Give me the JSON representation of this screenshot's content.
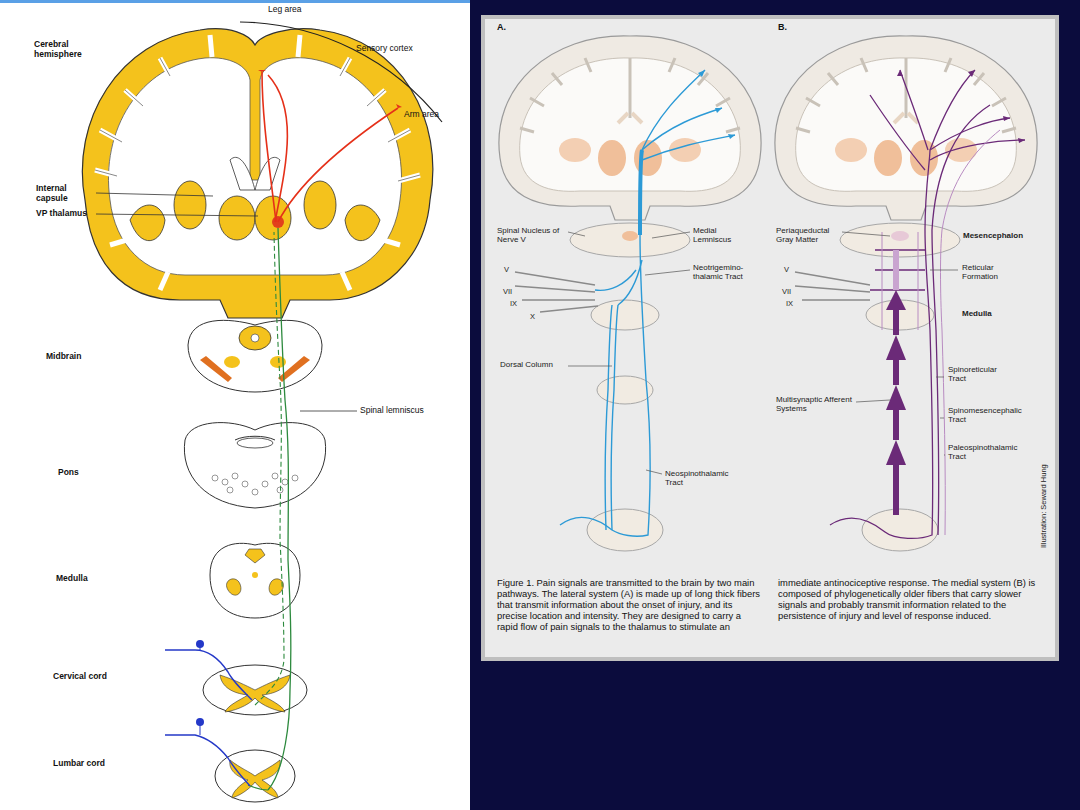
{
  "diagram": {
    "caption": "Figure 1. Pain signals are transmitted to the brain by two main pathways. The lateral system (A) is made up of long thick fibers that transmit information about the onset of injury, and its precise location and intensity. They are designed to carry a rapid flow of pain signals to the thalamus to stimulate an immediate antinociceptive response. The medial system (B) is composed of phylogenetically older fibers that carry slower signals and probably transmit information related to the persistence of injury and level of response induced.",
    "labels": [
      "Leg area",
      "Sensory cortex",
      "Cerebral hemisphere",
      "Arm area",
      "Internal capsule",
      "VP thalamus",
      "Midbrain",
      "Spinal lemniscus",
      "Pons",
      "Medulla",
      "Cervical cord",
      "Lumbar cord",
      "A.",
      "B.",
      "Spinal Nucleus of Nerve V",
      "Medial Lemniscus",
      "Neotrigemino-thalamic Tract",
      "V",
      "VII",
      "IX",
      "X",
      "Dorsal Column",
      "Neospinothalamic Tract",
      "Periaqueductal Gray Matter",
      "Mesencephalon",
      "Reticular Formation",
      "V",
      "VII",
      "IX",
      "Medulla",
      "Spinoreticular Tract",
      "Multisynaptic Afferent Systems",
      "Spinomesencephalic Tract",
      "Paleospinothalamic Tract",
      "Illustration: Seward Hung"
    ]
  }
}
